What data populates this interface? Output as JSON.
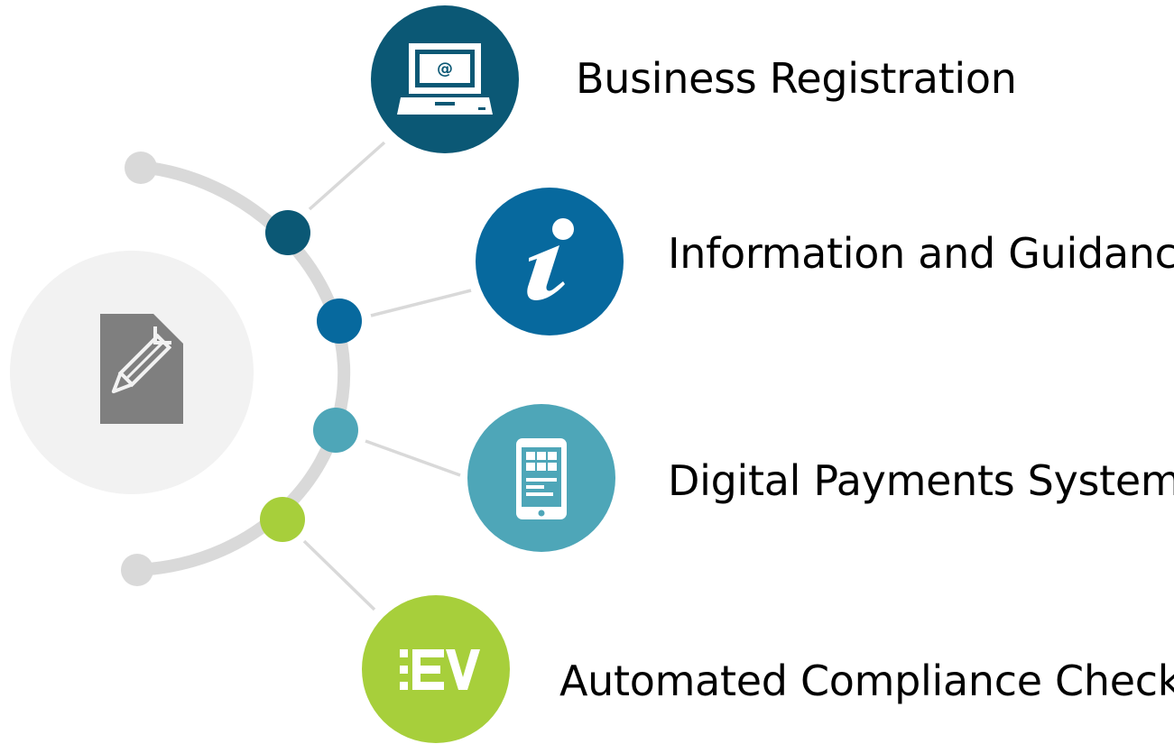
{
  "colors": {
    "arc": "#d9d9d9",
    "arc_end": "#d9d9d9",
    "connector": "#d9d9d9",
    "hub_bg": "#f2f2f2",
    "hub_icon": "#7f7f7f",
    "item_1": "#0b5875",
    "item_2": "#07699e",
    "item_3": "#4ea6b8",
    "item_4": "#a7cf3b",
    "icon_fg": "#ffffff"
  },
  "hub": {
    "icon": "document-pencil-icon"
  },
  "items": [
    {
      "label": "Business Registration",
      "icon": "laptop-at-icon"
    },
    {
      "label": "Information and Guidance",
      "icon": "info-icon"
    },
    {
      "label": "Digital Payments Systems",
      "icon": "mobile-phone-icon"
    },
    {
      "label": "Automated Compliance Checks",
      "icon": "ev-list-icon"
    }
  ]
}
